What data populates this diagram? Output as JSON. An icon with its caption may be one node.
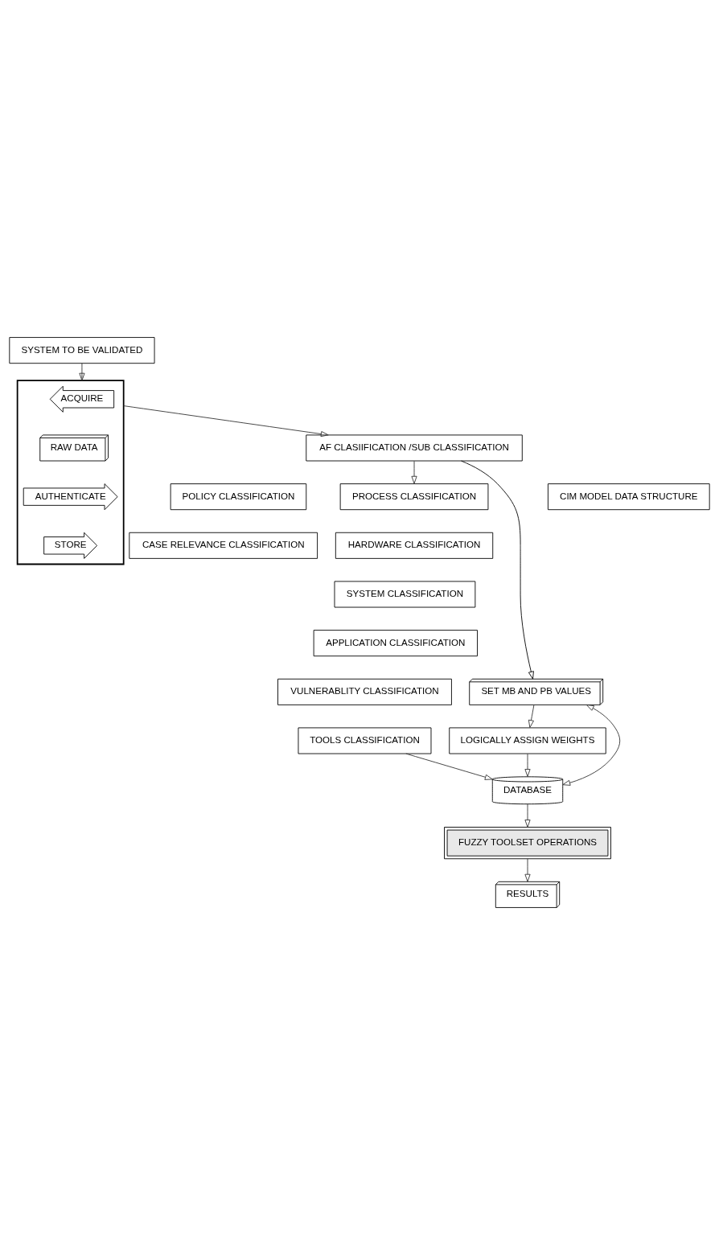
{
  "diagram": {
    "nodes": [
      {
        "text": [
          "SYSTEM TO BE VALIDATED"
        ]
      },
      {
        "text": [],
        "shape": "box"
      },
      {
        "text": [
          "ACQUIRE"
        ],
        "in": 1
      },
      {
        "text": [
          "RAW DATA"
        ],
        "in": 1
      },
      {
        "text": [
          "AUTHENTICATE"
        ],
        "in": 1
      },
      {
        "text": [
          "STORE"
        ],
        "in": 1
      },
      {
        "text": [
          "AF CLASIIFICATION /SUB CLASSIFICATION"
        ]
      },
      {
        "text": [
          "POLICY CLASSIFICATION"
        ]
      },
      {
        "text": [
          "PROCESS CLASSIFICATION"
        ]
      },
      {
        "text": [
          "CASE RELEVANCE CLASSIFICATION"
        ]
      },
      {
        "text": [
          "HARDWARE CLASSIFICATION"
        ]
      },
      {
        "text": [
          "SYSTEM CLASSIFICATION"
        ]
      },
      {
        "text": [
          "APPLICATION CLASSIFICATION"
        ]
      },
      {
        "text": [
          "SET MB AND PB VALUES"
        ]
      },
      {
        "text": [
          "VULNERABLITY CLASSIFICATION"
        ]
      },
      {
        "text": [
          "TOOLS CLASSIFICATION"
        ]
      },
      {
        "text": [
          "LOGICALLY ASSIGN WEIGHTS"
        ]
      },
      {
        "text": [
          "DATABASE"
        ]
      },
      {
        "text": [
          "FUZZY TOOLSET OPERATIONS"
        ]
      },
      {
        "text": [
          "RESULTS"
        ]
      },
      {
        "text": [
          "CIM MODEL DATA STRUCTURE"
        ]
      }
    ],
    "edges": [
      {
        "from": 0,
        "to": 1,
        "arrow": "to"
      },
      {
        "from": 1,
        "to": 6,
        "arrow": "to"
      },
      {
        "from": 6,
        "to": 13,
        "arrow": "to",
        "color": "#000000"
      },
      {
        "from": 6,
        "to": 8,
        "arrow": "to"
      },
      {
        "from": 15,
        "to": 17,
        "arrow": "to"
      },
      {
        "from": 13,
        "to": 16,
        "arrow": "to"
      },
      {
        "from": 13,
        "to": 17,
        "arrow": "both"
      },
      {
        "from": 16,
        "to": 17,
        "arrow": "to"
      },
      {
        "from": 17,
        "to": 18,
        "arrow": "to"
      },
      {
        "from": 18,
        "to": 19,
        "arrow": "to"
      }
    ]
  }
}
